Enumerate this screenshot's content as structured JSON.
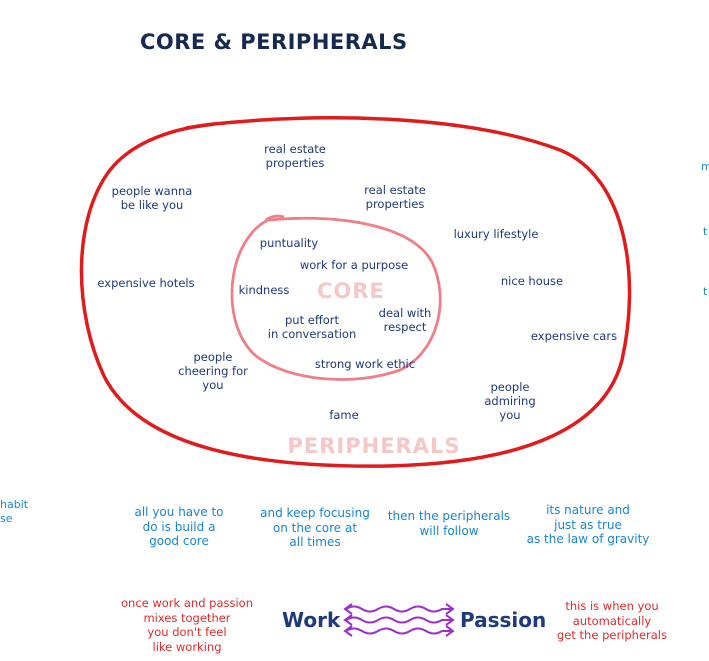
{
  "title": "CORE & PERIPHERALS",
  "core_label": "CORE",
  "peripherals_label": "PERIPHERALS",
  "core_items": {
    "punctuality": "puntuality",
    "work_purpose": "work for a purpose",
    "kindness": "kindness",
    "deal_respect": "deal with\nrespect",
    "put_effort": "put effort\nin conversation",
    "strong_work": "strong work ethic"
  },
  "peripheral_items": {
    "real_estate_1": "real estate\nproperties",
    "real_estate_2": "real estate\nproperties",
    "people_wanna": "people wanna\nbe like you",
    "luxury": "luxury lifestyle",
    "hotels": "expensive hotels",
    "nice_house": "nice house",
    "expensive_cars": "expensive cars",
    "cheering": "people\ncheering for\nyou",
    "admiring": "people\nadmiring\nyou",
    "fame": "fame"
  },
  "notes": {
    "build_core": "all you have to\ndo is build a\ngood core",
    "keep_focusing": "and keep focusing\non the core at\nall times",
    "follow": "then the peripherals\nwill follow",
    "nature": "its nature and\njust as true\nas the law of gravity",
    "habit": "habit",
    "se": "se"
  },
  "bottom": {
    "work_passion_note": "once work and passion\nmixes together\nyou don't feel\nlike working",
    "work": "Work",
    "passion": "Passion",
    "automatic_note": "this is when you\nautomatically\nget the peripherals"
  },
  "edge_fragments": {
    "e1": "m",
    "e2": "t",
    "e3": "t"
  },
  "colors": {
    "outer_ring": "#e01b1b",
    "inner_ring": "#ef7f86",
    "label_text": "#1e3a7a",
    "note_blue": "#1a86d0",
    "note_red": "#e02b2b",
    "arrows": "#9b2fc8"
  }
}
